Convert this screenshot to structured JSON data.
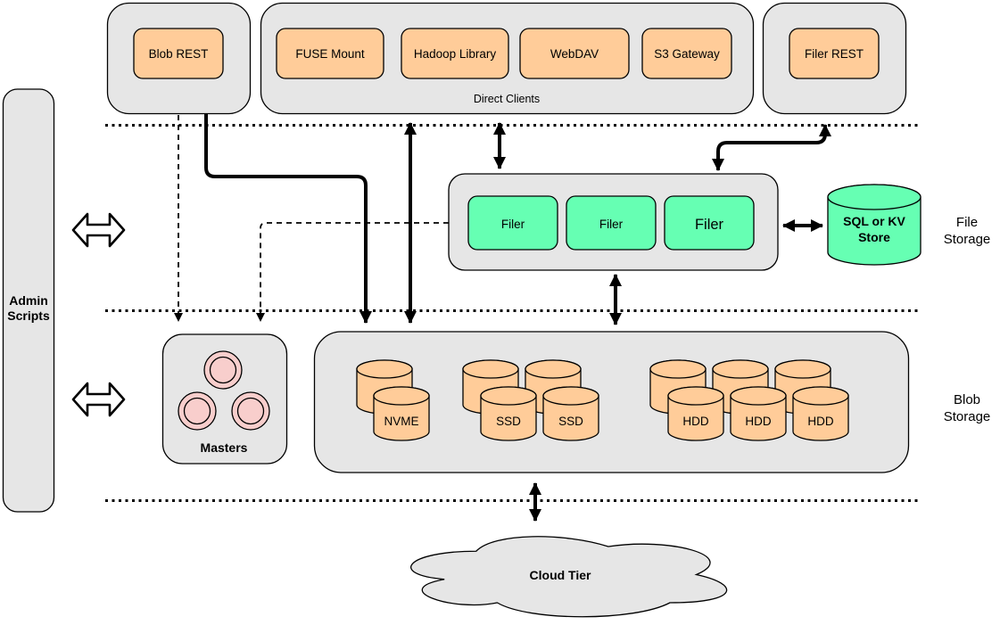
{
  "colors": {
    "container_gray": "#E6E6E6",
    "node_orange": "#FFCC99",
    "node_green": "#66FFB3",
    "node_pink": "#F8CECC",
    "line_black": "#000000"
  },
  "top_row": {
    "blob_rest_label": "Blob REST",
    "direct_clients": {
      "caption": "Direct Clients",
      "clients": [
        "FUSE Mount",
        "Hadoop Library",
        "WebDAV",
        "S3 Gateway"
      ]
    },
    "filer_rest_label": "Filer REST"
  },
  "admin_scripts": {
    "lines": [
      "Admin",
      "Scripts"
    ]
  },
  "file_storage": {
    "filers": [
      "Filer",
      "Filer",
      "Filer"
    ],
    "store_lines": [
      "SQL or KV",
      "Store"
    ],
    "section_lines": [
      "File",
      "Storage"
    ]
  },
  "blob_storage": {
    "masters_label": "Masters",
    "disk_labels": [
      "NVME",
      "SSD",
      "SSD",
      "HDD",
      "HDD",
      "HDD"
    ],
    "section_lines": [
      "Blob",
      "Storage"
    ]
  },
  "cloud_tier": {
    "label": "Cloud Tier"
  }
}
